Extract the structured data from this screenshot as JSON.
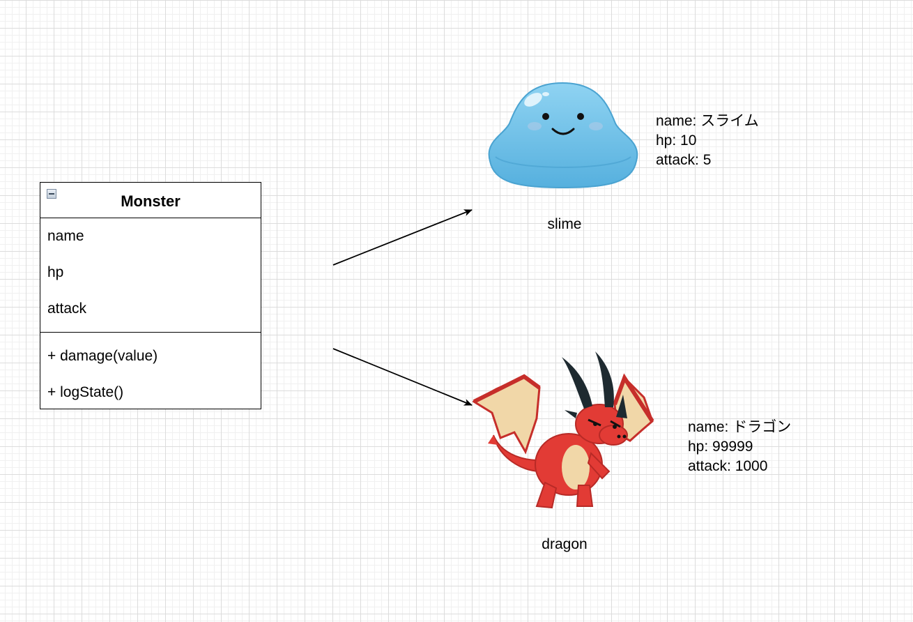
{
  "class": {
    "title": "Monster",
    "attributes": [
      "name",
      "hp",
      "attack"
    ],
    "methods": [
      "+ damage(value)",
      "+ logState()"
    ]
  },
  "instances": [
    {
      "caption": "slime",
      "props": [
        "name: スライム",
        "hp: 10",
        "attack: 5"
      ],
      "color": "#6bbfe6"
    },
    {
      "caption": "dragon",
      "props": [
        "name: ドラゴン",
        "hp: 99999",
        "attack: 1000"
      ],
      "color": "#e23b35"
    }
  ],
  "icons": {
    "collapse": "minus-box-icon",
    "slime": "slime-icon",
    "dragon": "dragon-icon"
  }
}
